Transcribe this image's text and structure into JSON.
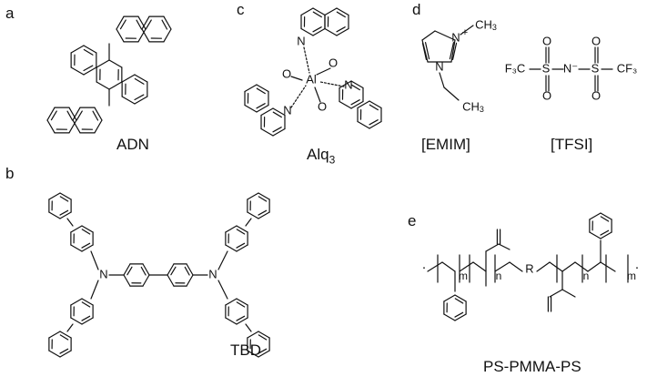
{
  "panels": {
    "a": {
      "label": "a",
      "name": "ADN"
    },
    "b": {
      "label": "b",
      "name": "TBD"
    },
    "c": {
      "label": "c",
      "name": "Alq",
      "name_sub": "3"
    },
    "d": {
      "label": "d",
      "cation": "[EMIM]",
      "anion": "[TFSI]"
    },
    "e": {
      "label": "e",
      "name": "PS-PMMA-PS"
    }
  },
  "atoms": {
    "nitrogen": "N",
    "oxygen": "O",
    "aluminum": "Al",
    "methyl": "CH",
    "methyl_sub": "3",
    "plus": "+",
    "trifluoromethyl_left": "F₃C",
    "sulfur": "S",
    "n_minus": "N⁻",
    "trifluoromethyl_right": "CF₃",
    "repeat_m": "m",
    "repeat_n": "n",
    "r_group": "R"
  },
  "colors": {
    "ink": "#111111",
    "background": "#ffffff"
  }
}
